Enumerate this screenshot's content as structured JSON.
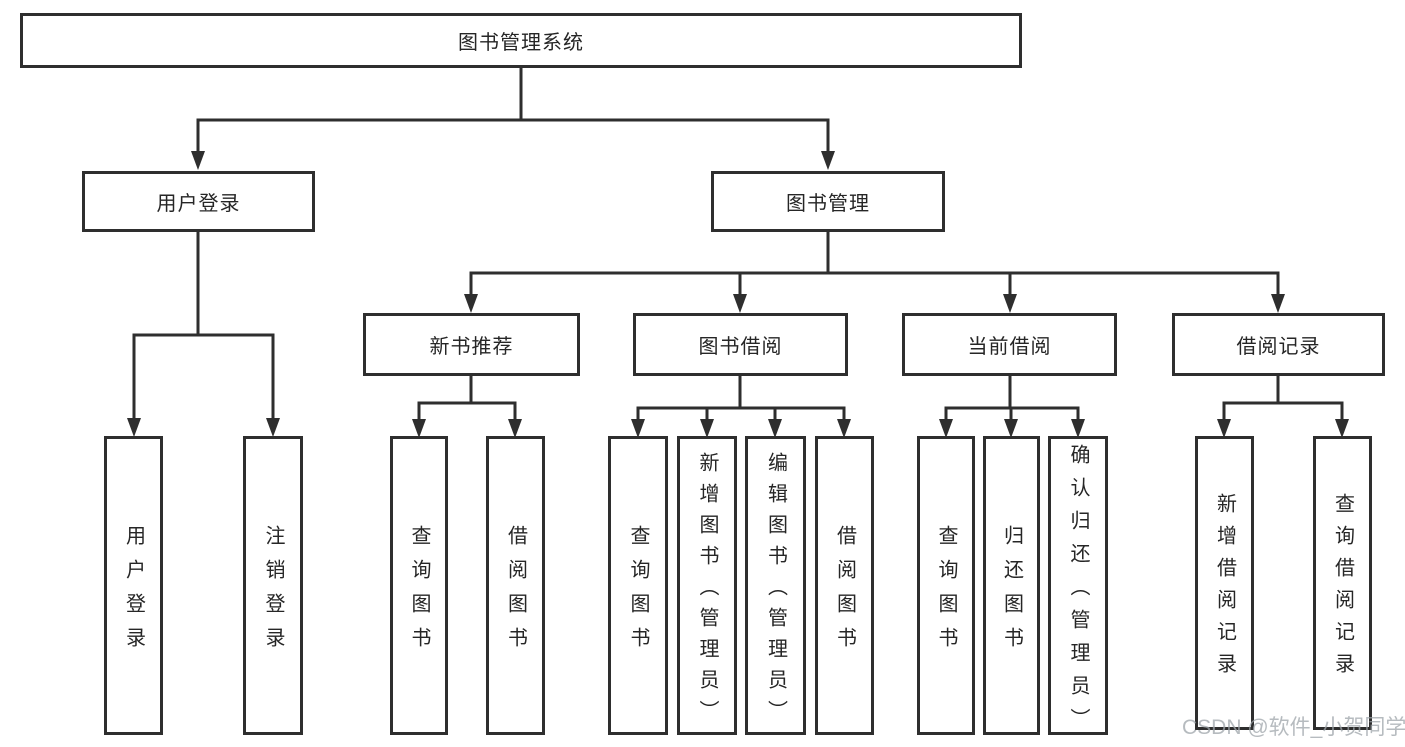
{
  "nodes": {
    "root": "图书管理系统",
    "user_login": "用户登录",
    "book_manage": "图书管理",
    "new_book": "新书推荐",
    "book_borrow": "图书借阅",
    "current_borrow": "当前借阅",
    "borrow_record": "借阅记录"
  },
  "leaves": {
    "user_login": [
      "用户登录",
      "注销登录"
    ],
    "new_book": [
      "查询图书",
      "借阅图书"
    ],
    "book_borrow": [
      "查询图书",
      "新增图书（管理员）",
      "编辑图书（管理员）",
      "借阅图书"
    ],
    "current_borrow": [
      "查询图书",
      "归还图书",
      "确认归还（管理员）"
    ],
    "borrow_record": [
      "新增借阅记录",
      "查询借阅记录"
    ]
  },
  "watermark": "CSDN @软件_小贺同学",
  "colors": {
    "line": "#2e2e2e",
    "text": "#262626",
    "background": "#ffffff",
    "watermark": "#9ea4aa"
  }
}
